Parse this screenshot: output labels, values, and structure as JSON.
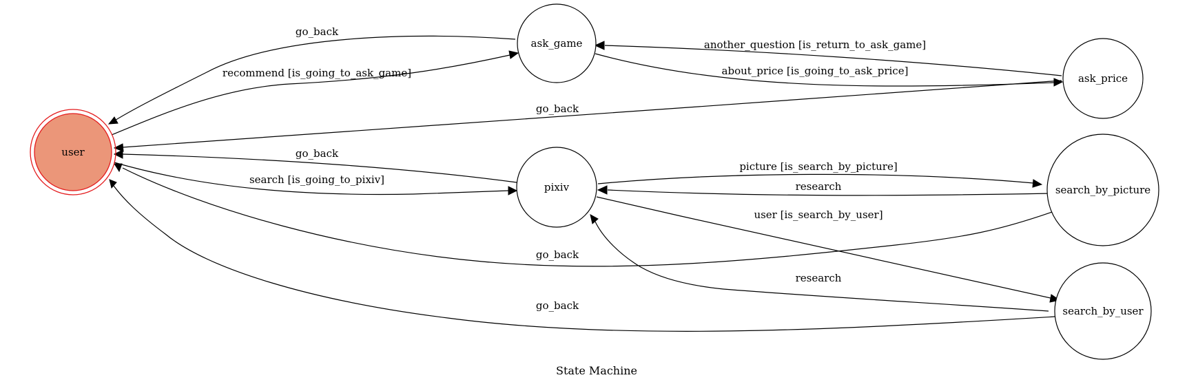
{
  "title": "State Machine",
  "colors": {
    "initial_fill": "#eb9679",
    "initial_stroke": "#e31a1c",
    "node_stroke": "#000000",
    "edge": "#000000"
  },
  "nodes": {
    "user": {
      "label": "user"
    },
    "ask_game": {
      "label": "ask_game"
    },
    "ask_price": {
      "label": "ask_price"
    },
    "pixiv": {
      "label": "pixiv"
    },
    "search_by_picture": {
      "label": "search_by_picture"
    },
    "search_by_user": {
      "label": "search_by_user"
    }
  },
  "edges": {
    "ask_game_to_user": {
      "label": "go_back"
    },
    "user_to_ask_game": {
      "label": "recommend [is_going_to_ask_game]"
    },
    "ask_price_to_ask_game": {
      "label": "another_question [is_return_to_ask_game]"
    },
    "ask_game_to_ask_price": {
      "label": "about_price [is_going_to_ask_price]"
    },
    "ask_price_to_user": {
      "label": "go_back"
    },
    "pixiv_to_user": {
      "label": "go_back"
    },
    "user_to_pixiv": {
      "label": "search [is_going_to_pixiv]"
    },
    "pixiv_to_search_by_picture": {
      "label": "picture [is_search_by_picture]"
    },
    "search_by_picture_to_pixiv": {
      "label": "research"
    },
    "pixiv_to_search_by_user": {
      "label": "user [is_search_by_user]"
    },
    "search_by_picture_to_user": {
      "label": "go_back"
    },
    "search_by_user_to_pixiv": {
      "label": "research"
    },
    "search_by_user_to_user": {
      "label": "go_back"
    }
  }
}
